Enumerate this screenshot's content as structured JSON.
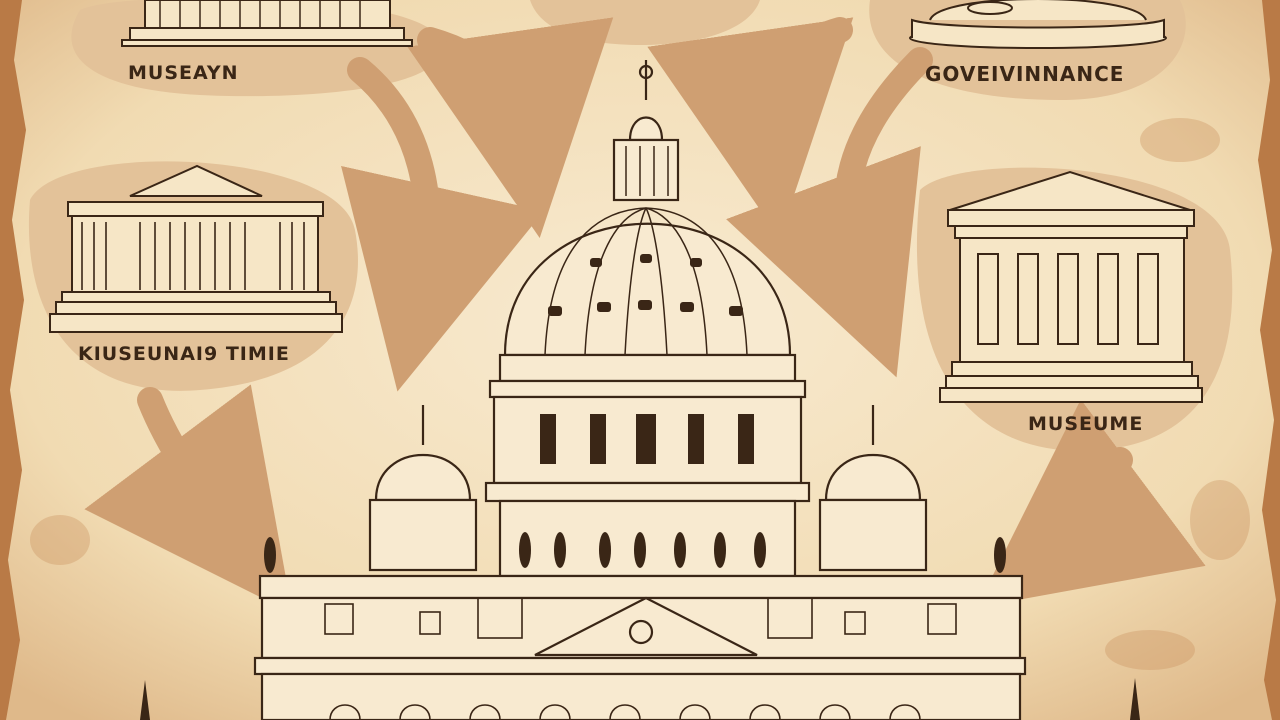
{
  "labels": {
    "top_left": "MUSEAYN",
    "top_right": "GOVEIVINNANCE",
    "middle_left": "KIUSEUNAI9 TIMIE",
    "middle_right": "MUSEUME"
  },
  "colors": {
    "parchment": "#f3dfb8",
    "blob": "#e3c299",
    "arrow": "#cf9f72",
    "ink": "#3a2616",
    "border": "#b97a46"
  }
}
